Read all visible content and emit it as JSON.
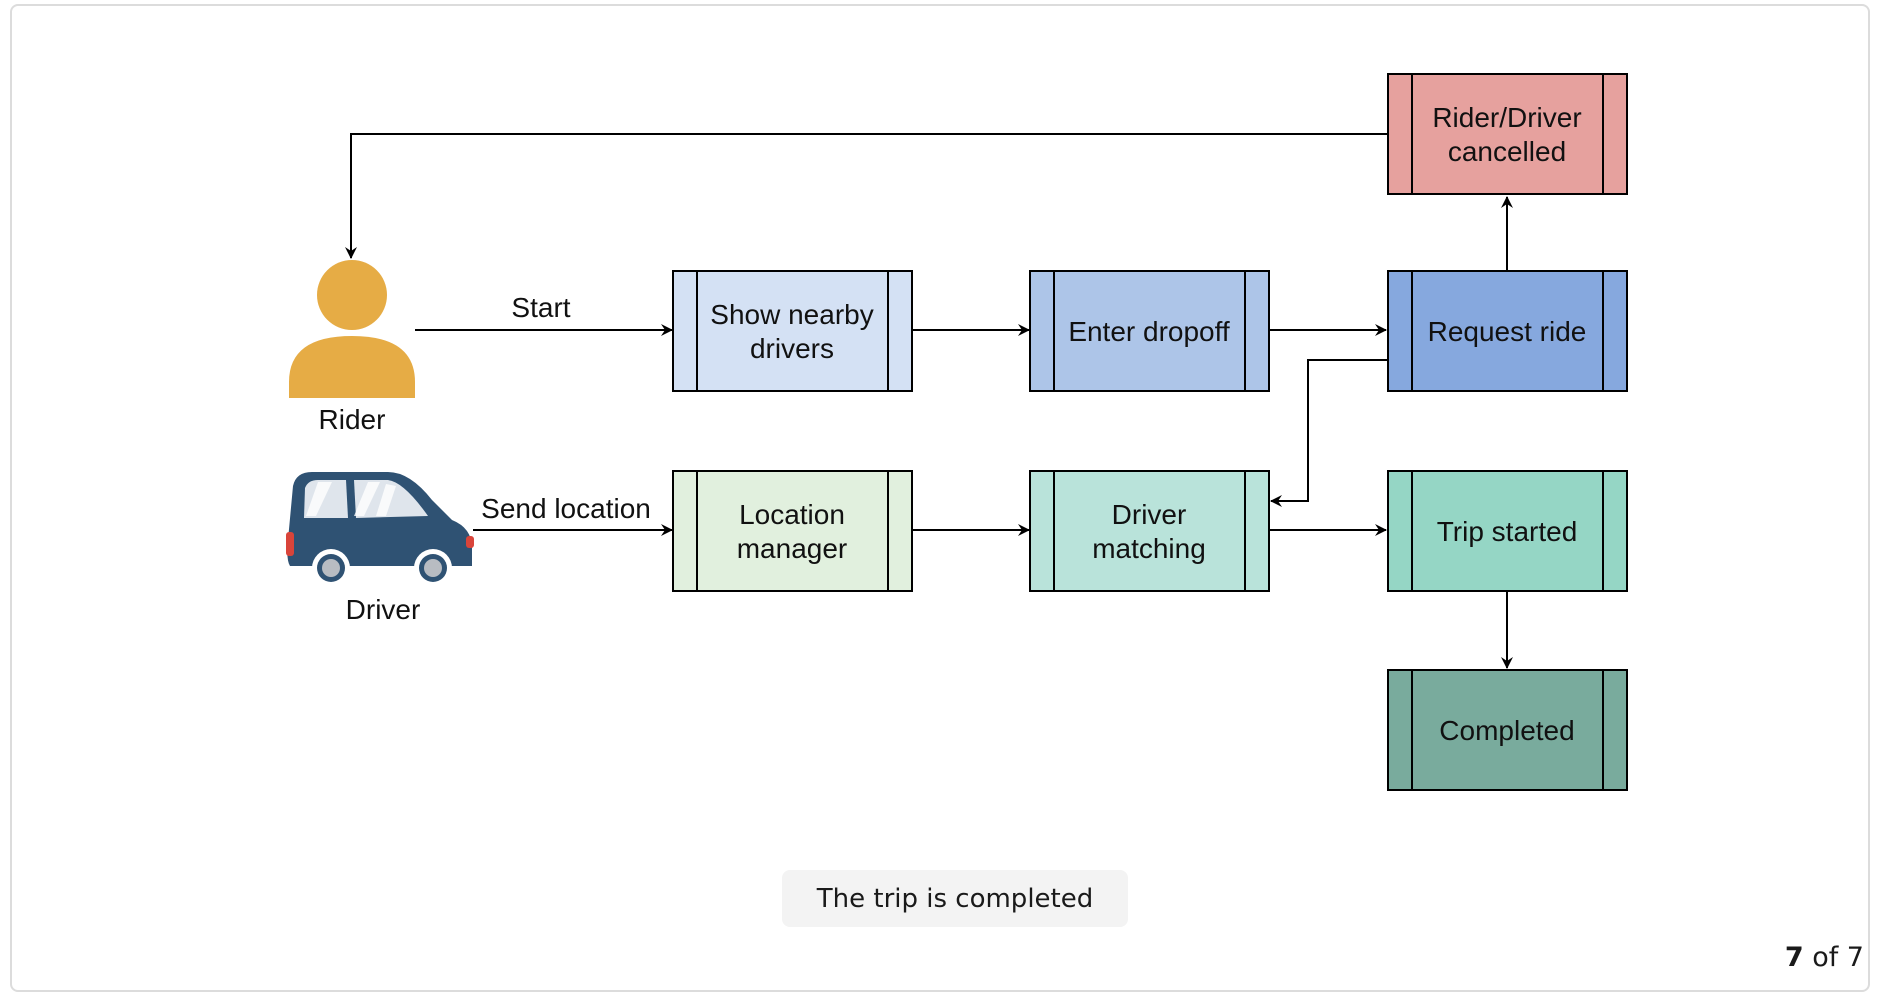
{
  "actors": {
    "rider": "Rider",
    "driver": "Driver"
  },
  "edge_labels": {
    "start": "Start",
    "send_location": "Send location"
  },
  "nodes": {
    "show_nearby": [
      "Show nearby",
      "drivers"
    ],
    "enter_dropoff": [
      "Enter dropoff"
    ],
    "request_ride": [
      "Request ride"
    ],
    "cancelled": [
      "Rider/Driver",
      "cancelled"
    ],
    "location_manager": [
      "Location",
      "manager"
    ],
    "driver_matching": [
      "Driver",
      "matching"
    ],
    "trip_started": [
      "Trip started"
    ],
    "completed": [
      "Completed"
    ]
  },
  "colors": {
    "show_nearby": "#d4e1f4",
    "enter_dropoff": "#adc5e8",
    "request_ride": "#86a8de",
    "cancelled": "#e6a19e",
    "location_manager": "#e1f0de",
    "driver_matching": "#b9e3da",
    "trip_started": "#95d6c5",
    "completed": "#79ab9d",
    "rider_icon": "#e6ac45",
    "car_body": "#2f5273"
  },
  "caption": "The trip is completed",
  "pager": {
    "current": "7",
    "of_label": "of 7"
  }
}
